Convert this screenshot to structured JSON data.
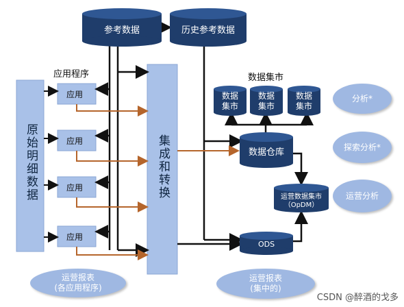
{
  "top": {
    "ref_data": "参考数据",
    "hist_ref_data": "历史参考数据"
  },
  "apps": {
    "heading": "应用程序",
    "items": [
      "应用",
      "应用",
      "应用",
      "应用"
    ]
  },
  "left_bar": "原始明细数据",
  "integration_bar": "集成和转换",
  "data_marts": {
    "heading": "数据集市",
    "items": [
      "数据\n集市",
      "数据\n集市",
      "数据\n集市"
    ]
  },
  "warehouse": "数据仓库",
  "opdm": {
    "line1": "运营数据集市",
    "line2": "（OpDM）"
  },
  "ods": "ODS",
  "right_ellipses": [
    "分析*",
    "探索分析*",
    "运营分析"
  ],
  "bottom_ellipses": [
    {
      "line1": "运营报表",
      "line2": "(各应用程序)"
    },
    {
      "line1": "运营报表",
      "line2": "(集中的)"
    }
  ],
  "watermark": "CSDN @醉酒的戈多",
  "colors": {
    "cyl_dark": "#1f3d6b",
    "cyl_top": "#2f5793",
    "panel": "#a9c1e8",
    "ellipse": "#9fb8e2",
    "arrow_orange": "#b5652b"
  }
}
